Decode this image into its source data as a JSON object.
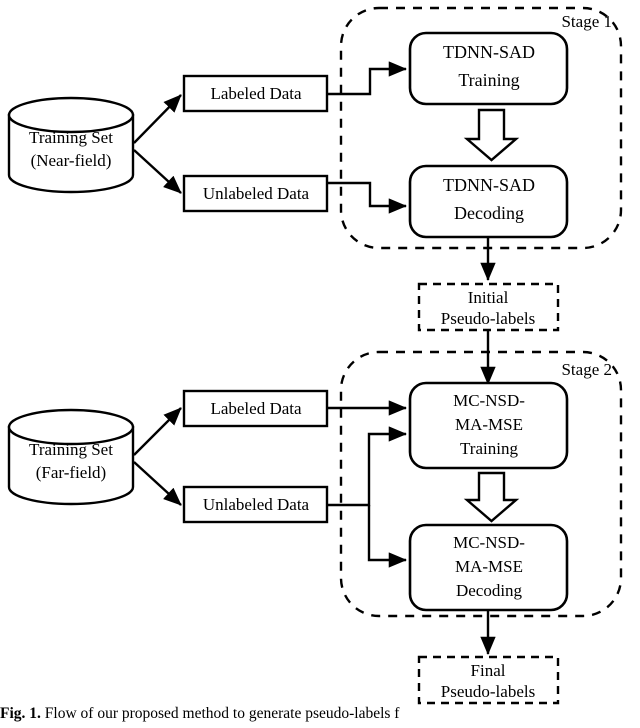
{
  "figure": {
    "caption_label": "Fig. 1.",
    "caption_text": "Flow of our proposed method to generate pseudo-labels f",
    "stage1_label": "Stage 1",
    "stage2_label": "Stage 2"
  },
  "colors": {
    "stroke": "#000000",
    "fill": "#ffffff",
    "background": "#ffffff"
  },
  "stage1": {
    "source": {
      "line1": "Training Set",
      "line2": "(Near-field)"
    },
    "labeled_data": "Labeled Data",
    "unlabeled_data": "Unlabeled Data",
    "training_box": {
      "line1": "TDNN-SAD",
      "line2": "Training"
    },
    "decoding_box": {
      "line1": "TDNN-SAD",
      "line2": "Decoding"
    }
  },
  "intermediate": {
    "line1": "Initial",
    "line2": "Pseudo-labels"
  },
  "stage2": {
    "source": {
      "line1": "Training Set",
      "line2": "(Far-field)"
    },
    "labeled_data": "Labeled Data",
    "unlabeled_data": "Unlabeled Data",
    "training_box": {
      "line1": "MC-NSD-",
      "line2": "MA-MSE",
      "line3": "Training"
    },
    "decoding_box": {
      "line1": "MC-NSD-",
      "line2": "MA-MSE",
      "line3": "Decoding"
    }
  },
  "output": {
    "line1": "Final",
    "line2": "Pseudo-labels"
  }
}
